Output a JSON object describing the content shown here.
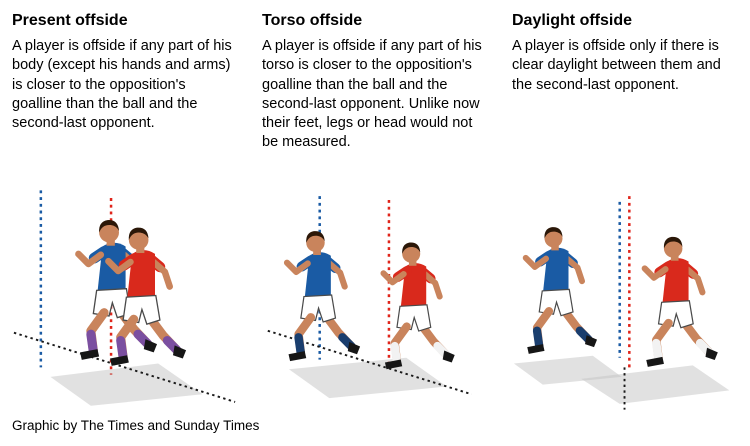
{
  "panels": [
    {
      "id": "present",
      "title": "Present offside",
      "body": "A player is offside if any part of his body (except his hands and arms) is closer to the opposition's goalline than the ball and the second-last opponent."
    },
    {
      "id": "torso",
      "title": "Torso offside",
      "body": "A player is offside if any part of his torso is closer to the opposition's goalline than the ball and the second-last opponent. Unlike now their feet, legs or head would not be measured."
    },
    {
      "id": "daylight",
      "title": "Daylight offside",
      "body": "A player is offside only if there is clear daylight between them and the second-last opponent."
    }
  ],
  "footer": "Graphic by The Times and Sunday Times",
  "colors": {
    "blue_shirt": "#1a5ba4",
    "red_shirt": "#d9291c",
    "blue_line": "#1a5ba4",
    "red_line": "#e0251b",
    "purple_sock": "#7b4fa0",
    "navy_sock": "#1a3e6e",
    "white_sock": "#f2f2f2",
    "skin": "#c9845c",
    "hair": "#2b1708",
    "shadow": "#c4c4c4",
    "ground_line": "#1a1a1a",
    "text": "#000000",
    "background": "#ffffff"
  }
}
